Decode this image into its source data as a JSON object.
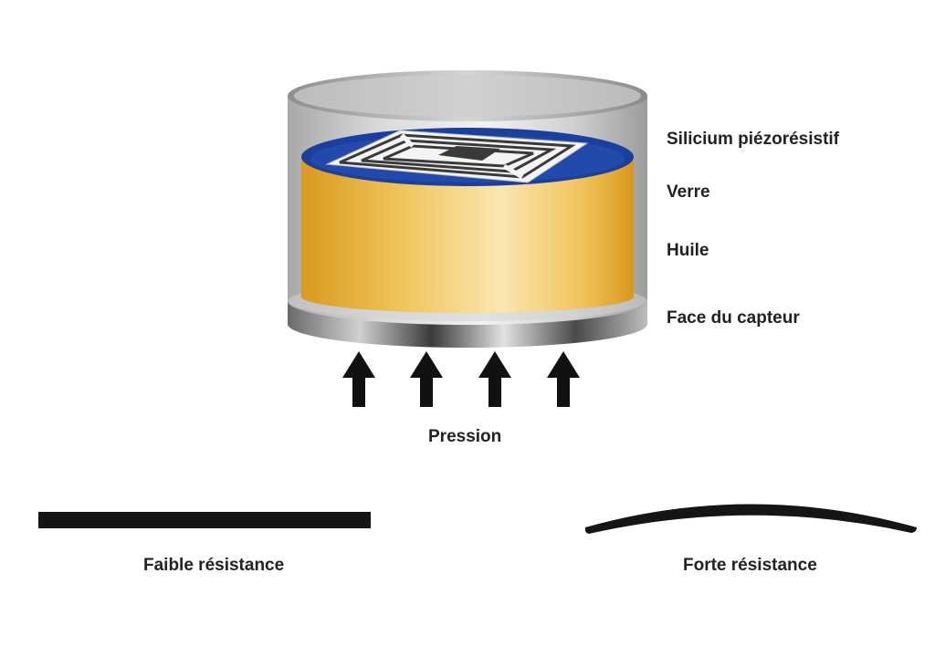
{
  "labels": {
    "silicon": "Silicium piézorésistif",
    "glass": "Verre",
    "oil": "Huile",
    "sensor_face": "Face du capteur",
    "pressure": "Pression",
    "low_resistance": "Faible résistance",
    "high_resistance": "Forte résistance"
  },
  "arrows": {
    "count": 4,
    "direction": "up"
  },
  "colors": {
    "housing": "#c9c9c9",
    "glass_disc": "#1b3f9e",
    "oil": "#e8b84a",
    "arrows": "#111111",
    "text": "#222222"
  }
}
